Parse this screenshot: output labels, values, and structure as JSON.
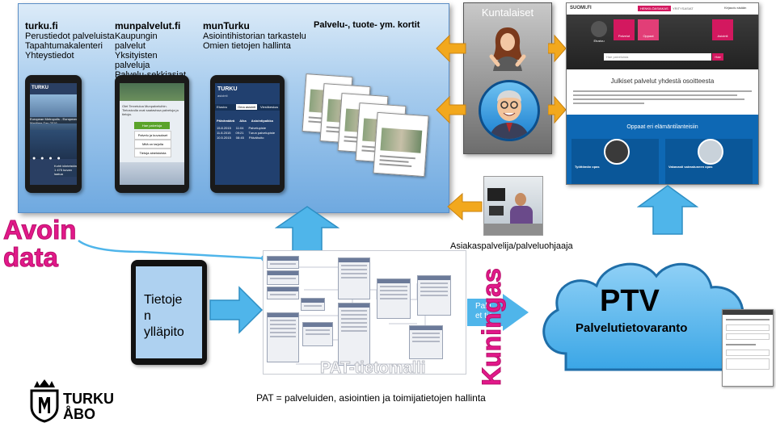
{
  "top_panel": {
    "columns": [
      {
        "title": "turku.fi",
        "lines": [
          "Perustiedot palveluista",
          "Tapahtumakalenteri",
          "Yhteystiedot"
        ]
      },
      {
        "title": "munpalvelut.fi",
        "lines": [
          "Kaupungin",
          "palvelut",
          "Yksityisten",
          "palveluja",
          "Palvelu-sekkiasiat"
        ]
      },
      {
        "title": "munTurku",
        "lines": [
          "Asiointihistorian tarkastelu",
          "Omien tietojen hallinta"
        ]
      },
      {
        "title": "Palvelu-, tuote- ym. kortit",
        "lines": []
      }
    ],
    "tablets": [
      {
        "brand": "TURKU",
        "caption": "European Metropolis - European Maritime Day 2016",
        "footer": "Kohti kiinteistön 1 475 kuvan laatua"
      },
      {
        "text": "Olet Tervetuloa Munpalveluihin. Tietosivulla ovat saatavissa palveluja ja tietoja.",
        "items": [
          "Hae palveluja",
          "Palvelu ja kuvaukset",
          "Mitä on tarjolla",
          "Tietoja aineistoista"
        ]
      },
      {
        "brand": "TURKU",
        "subtitle": "asiointi",
        "tabs": [
          "Etusivu",
          "Oma asiointi",
          "Viestikeskus"
        ],
        "table_headers": [
          "Päivämäärä",
          "Aika",
          "Asiointipaikka"
        ],
        "rows": [
          [
            "15.8.2015",
            "11:04",
            "Palvelupiste"
          ],
          [
            "11.8.2015",
            "09:21",
            "Turun palvelupiste"
          ],
          [
            "10.5.2015",
            "08:45",
            "Päivähoito"
          ]
        ]
      }
    ]
  },
  "kuntalaiset": {
    "label": "Kuntalaiset"
  },
  "suomi": {
    "logo": "SUOMI.FI",
    "tabs": [
      "HENKILÖASIAKAS",
      "YRITYSASIAT"
    ],
    "login": "Kirjaudu sisään",
    "icons": [
      "Etusivu",
      "Palvelut",
      "Oppaat",
      "Asiointi"
    ],
    "search_placeholder": "Hae palveluista",
    "search_button": "Hae",
    "heading": "Julkiset palvelut yhdestä osoitteesta",
    "guides_heading": "Oppaat eri elämäntilanteisiin",
    "guides": [
      "Työttömän opas",
      "Vakavasti sairastuneen opas"
    ]
  },
  "asiakaspalvelija": {
    "label": "Asiakaspalvelija/palveluohjaaja"
  },
  "avoin_data": {
    "line1": "Avoin",
    "line2": "data"
  },
  "tietojen_yllapito": {
    "lines": [
      "Tietoje",
      "n",
      "ylläpito"
    ]
  },
  "pat": {
    "watermark": "PAT-tietomalli",
    "caption": "PAT = palveluiden, asiointien ja toimijatietojen hallinta"
  },
  "kuningas": {
    "label": "Kuningas"
  },
  "pakki": {
    "lines": [
      "Paki",
      "et tie"
    ]
  },
  "ptv": {
    "title": "PTV",
    "subtitle": "Palvelutietovaranto"
  },
  "logo": {
    "line1": "TURKU",
    "line2": "ÅBO"
  },
  "colors": {
    "accent_pink": "#e2188a",
    "arrow_blue": "#4fb5ea",
    "arrow_orange": "#f2a81d",
    "panel_blue": "#6fa9e0",
    "suomi_pink": "#d3185f",
    "suomi_blue": "#0e68b4"
  }
}
